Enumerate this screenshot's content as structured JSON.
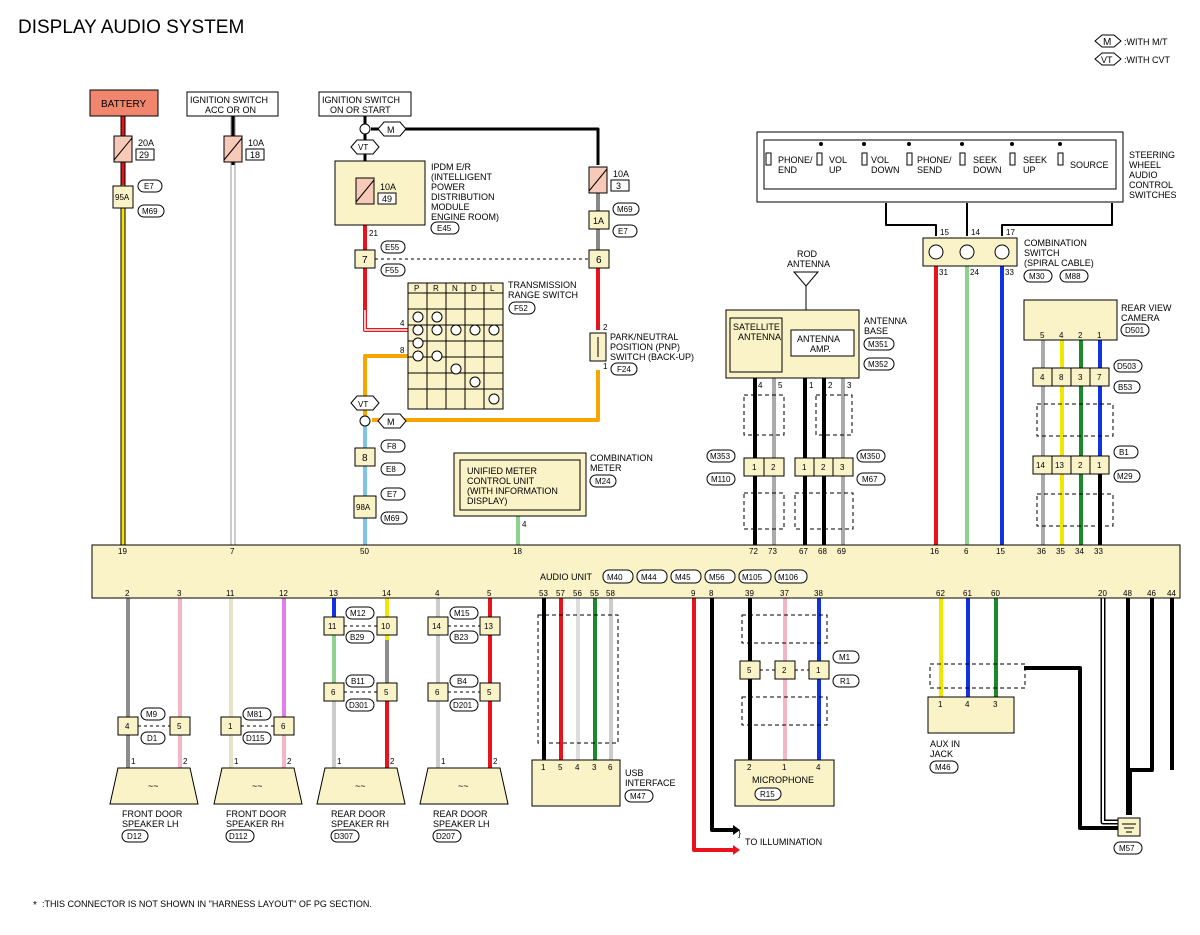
{
  "title": "DISPLAY AUDIO SYSTEM",
  "legend": {
    "mt_tag": "M",
    "mt_text": ":WITH M/T",
    "cvt_tag": "VT",
    "cvt_text": ":WITH CVT"
  },
  "footnote": {
    "star": "*",
    "text": ":THIS CONNECTOR IS NOT SHOWN IN \"HARNESS LAYOUT\" OF PG SECTION."
  },
  "power": {
    "battery": "BATTERY",
    "ign_acc_1": "IGNITION SWITCH",
    "ign_acc_2": "ACC OR ON",
    "ign_start_1": "IGNITION SWITCH",
    "ign_start_2": "ON OR START",
    "fuse_20a": "20A",
    "fuse_20a_no": "29",
    "fuse_10a_acc": "10A",
    "fuse_10a_acc_no": "18",
    "fuse_10a_ipdm": "10A",
    "fuse_10a_ipdm_no": "49",
    "fuse_10a_right": "10A",
    "fuse_10a_right_no": "3"
  },
  "ipdm": {
    "l1": "IPDM E/R",
    "l2": "(INTELLIGENT",
    "l3": "POWER",
    "l4": "DISTRIBUTION",
    "l5": "MODULE",
    "l6": "ENGINE ROOM)",
    "conn": "E45",
    "pin": "21"
  },
  "transmission": {
    "l1": "TRANSMISSION",
    "l2": "RANGE SWITCH",
    "conn": "F52",
    "cols": [
      "P",
      "R",
      "N",
      "D",
      "L"
    ],
    "pin_a": "4",
    "pin_b": "8"
  },
  "pnp": {
    "l1": "PARK/NEUTRAL",
    "l2": "POSITION (PNP)",
    "l3": "SWITCH (BACK-UP)",
    "conn": "F24",
    "pin_top": "2",
    "pin_bot": "1"
  },
  "meter": {
    "l1": "UNIFIED METER",
    "l2": "CONTROL UNIT",
    "l3": "(WITH INFORMATION",
    "l4": "DISPLAY)",
    "side1": "COMBINATION",
    "side2": "METER",
    "conn": "M24",
    "pin": "4"
  },
  "steering": {
    "switches": [
      "PHONE/\nEND",
      "VOL\nUP",
      "VOL\nDOWN",
      "PHONE/\nSEND",
      "SEEK\nDOWN",
      "SEEK\nUP",
      "SOURCE"
    ],
    "l1": "STEERING",
    "l2": "WHEEL",
    "l3": "AUDIO",
    "l4": "CONTROL",
    "l5": "SWITCHES",
    "sw1a": "PHONE/",
    "sw1b": "END",
    "sw2a": "VOL",
    "sw2b": "UP",
    "sw3a": "VOL",
    "sw3b": "DOWN",
    "sw4a": "PHONE/",
    "sw4b": "SEND",
    "sw5a": "SEEK",
    "sw5b": "DOWN",
    "sw6a": "SEEK",
    "sw6b": "UP",
    "sw7a": "SOURCE"
  },
  "combo_switch": {
    "l1": "COMBINATION",
    "l2": "SWITCH",
    "l3": "(SPIRAL CABLE)",
    "conn_a": "M30",
    "conn_b": "M88",
    "pins_top": [
      "15",
      "14",
      "17"
    ],
    "pins_bot": [
      "31",
      "24",
      "33"
    ]
  },
  "rod_antenna": {
    "l1": "ROD",
    "l2": "ANTENNA"
  },
  "antenna_base": {
    "l1": "ANTENNA",
    "l2": "BASE",
    "sat1": "SATELLITE",
    "sat2": "ANTENNA",
    "amp1": "ANTENNA",
    "amp2": "AMP.",
    "conn_a": "M351",
    "conn_b": "M352",
    "pins": [
      "4",
      "5",
      "1",
      "2",
      "3"
    ]
  },
  "rear_camera": {
    "l1": "REAR VIEW",
    "l2": "CAMERA",
    "conn": "D501",
    "pins": [
      "5",
      "4",
      "2",
      "1"
    ]
  },
  "audio_unit": {
    "label": "AUDIO UNIT",
    "conns": [
      "M40",
      "M44",
      "M45",
      "M56",
      "M105",
      "M106"
    ],
    "top_pins": [
      "19",
      "7",
      "50",
      "18",
      "72",
      "73",
      "67",
      "68",
      "69",
      "16",
      "6",
      "15",
      "36",
      "35",
      "34",
      "33"
    ],
    "bot_pins": [
      "2",
      "3",
      "11",
      "12",
      "13",
      "14",
      "4",
      "5",
      "53",
      "57",
      "56",
      "55",
      "58",
      "9",
      "8",
      "39",
      "37",
      "38",
      "62",
      "61",
      "60",
      "20",
      "48",
      "46",
      "44"
    ]
  },
  "connectors": {
    "e7a": "E7",
    "m69a": "M69",
    "p95a": "95A",
    "m69b": "M69",
    "e7b": "E7",
    "p1a": "1A",
    "e55": "E55",
    "f55": "F55",
    "p7": "7",
    "p6": "6",
    "f8": "F8",
    "e8": "E8",
    "p8": "8",
    "e7c": "E7",
    "m69c": "M69",
    "p98a": "98A",
    "m353": "M353",
    "m110": "M110",
    "m350": "M350",
    "m67": "M67",
    "d503": "D503",
    "b53": "B53",
    "b1": "B1",
    "m29": "M29",
    "m9": "M9",
    "d1": "D1",
    "m81": "M81",
    "d115": "D115",
    "m12": "M12",
    "b29": "B29",
    "b11": "B11",
    "d301": "D301",
    "m15": "M15",
    "b23": "B23",
    "b4": "B4",
    "d201": "D201",
    "m1": "M1",
    "r1": "R1"
  },
  "speakers": {
    "fl1": "FRONT DOOR",
    "fl2": "SPEAKER LH",
    "fl_conn": "D12",
    "fr1": "FRONT DOOR",
    "fr2": "SPEAKER RH",
    "fr_conn": "D112",
    "rr1": "REAR DOOR",
    "rr2": "SPEAKER RH",
    "rr_conn": "D307",
    "rl1": "REAR DOOR",
    "rl2": "SPEAKER LH",
    "rl_conn": "D207"
  },
  "usb": {
    "l1": "USB",
    "l2": "INTERFACE",
    "conn": "M47",
    "pins": [
      "1",
      "5",
      "4",
      "3",
      "6"
    ]
  },
  "microphone": {
    "label": "MICROPHONE",
    "conn": "R15",
    "pins": [
      "2",
      "1",
      "4"
    ]
  },
  "aux": {
    "l1": "AUX IN",
    "l2": "JACK",
    "conn": "M46",
    "pins": [
      "1",
      "4",
      "3"
    ]
  },
  "illumination": "TO ILLUMINATION",
  "ground": {
    "conn": "M57"
  },
  "colors": {
    "yellow": "#f2e600",
    "red": "#e8141b",
    "orange": "#f7a600",
    "lightblue": "#7ec4e8",
    "green": "#1a8a2a",
    "lightgreen": "#8fd18f",
    "blue": "#1032e0",
    "pink": "#f4b6c6",
    "violet": "#e27ee8",
    "gray": "#8c8c8c",
    "white": "#e0e0e0",
    "black": "#000000",
    "battery": "#f0866e",
    "component": "#fbf3c8",
    "fuse": "#f7c9b8"
  }
}
